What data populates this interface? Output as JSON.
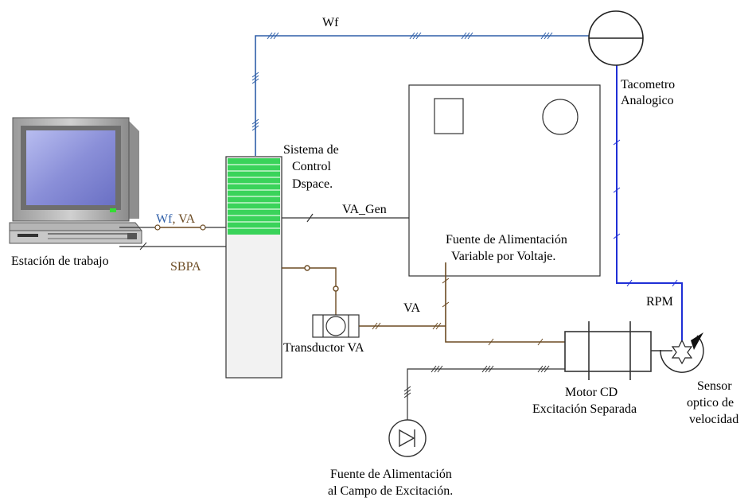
{
  "labels": {
    "wf_top": "Wf",
    "tacometro_1": "Tacometro",
    "tacometro_2": "Analogico",
    "sistema_1": "Sistema de",
    "sistema_2": "Control",
    "sistema_3": "Dspace.",
    "wf_small": "Wf",
    "comma": ", ",
    "va_small": "VA",
    "va_gen": "VA_Gen",
    "estacion": "Estación de trabajo",
    "sbpa": "SBPA",
    "fuente_var_1": "Fuente de Alimentación",
    "fuente_var_2": "Variable por Voltaje.",
    "rpm": "RPM",
    "va_line": "VA",
    "transductor": "Transductor VA",
    "motor_1": "Motor CD",
    "motor_2": "Excitación Separada",
    "sensor_1": "Sensor",
    "sensor_2": "optico de",
    "sensor_3": "velocidad",
    "fuente_campo_1": "Fuente de Alimentación",
    "fuente_campo_2": "al Campo de Excitación."
  },
  "colors": {
    "blue_line": "#2f5fa8",
    "brown_line": "#6b4a22",
    "black_line": "#333333",
    "green_bars": "#3ad35a",
    "monitor_screen": "#8a8fd8"
  },
  "icons": {
    "workstation": "desktop-computer-icon",
    "tachometer": "analog-tachometer-icon",
    "sensor": "optical-speed-sensor-icon",
    "diode": "diode-source-icon",
    "motor": "dc-motor-icon",
    "transducer": "va-transducer-icon"
  }
}
